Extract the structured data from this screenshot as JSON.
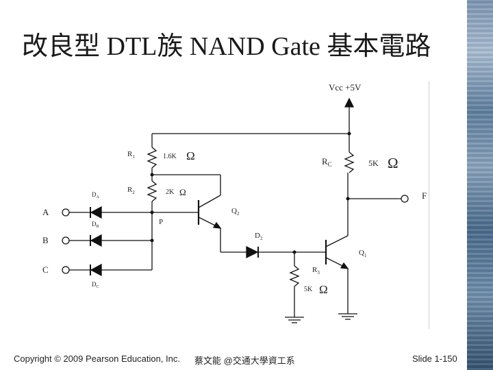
{
  "slide": {
    "title": "改良型 DTL族 NAND Gate 基本電路",
    "footer_left": "Copyright © 2009 Pearson Education, Inc.",
    "footer_center": "蔡文能 @交通大學資工系",
    "footer_right": "Slide 1-150"
  },
  "circuit": {
    "vcc_label": "Vcc +5V",
    "r1_label": "R",
    "r1_sub": "1",
    "r1_value": "1.6K",
    "r2_label": "R",
    "r2_sub": "2",
    "r2_value": "2K",
    "rc_label": "R",
    "rc_sub": "C",
    "rc_value": "5K",
    "r3_label": "R",
    "r3_sub": "3",
    "r3_value": "5K",
    "ohm": "Ω",
    "q1_label": "Q",
    "q1_sub": "1",
    "q2_label": "Q",
    "q2_sub": "2",
    "d2_label": "D",
    "d2_sub": "2",
    "da_label": "D",
    "da_sub": "A",
    "db_label": "D",
    "db_sub": "B",
    "dc_label": "D",
    "dc_sub": "C",
    "input_a": "A",
    "input_b": "B",
    "input_c": "C",
    "node_p": "P",
    "output_f": "F"
  },
  "colors": {
    "wire": "#111111",
    "side_strip": "#5f7f9f"
  }
}
